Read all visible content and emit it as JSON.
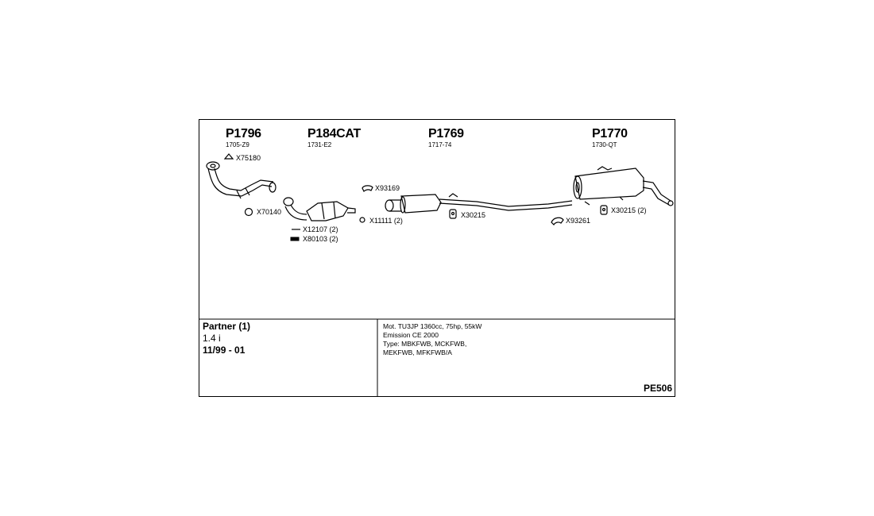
{
  "parts": [
    {
      "number": "P1796",
      "code": "1705-Z9"
    },
    {
      "number": "P184CAT",
      "code": "1731-E2"
    },
    {
      "number": "P1769",
      "code": "1717-74"
    },
    {
      "number": "P1770",
      "code": "1730-QT"
    }
  ],
  "accessories": [
    {
      "label": "X75180"
    },
    {
      "label": "X70140"
    },
    {
      "label": "X12107 (2)"
    },
    {
      "label": "X80103 (2)"
    },
    {
      "label": "X93169"
    },
    {
      "label": "X11111 (2)"
    },
    {
      "label": "X30215"
    },
    {
      "label": "X93261"
    },
    {
      "label": "X30215 (2)"
    }
  ],
  "vehicle": {
    "model": "Partner (1)",
    "engine": "1.4 i",
    "years": "11/99 - 01"
  },
  "specs": [
    "Mot. TU3JP 1360cc, 75hp, 55kW",
    "Emission CE 2000",
    "Type: MBKFWB, MCKFWB,",
    "MEKFWB, MFKFWB/A"
  ],
  "diagram_code": "PE506"
}
